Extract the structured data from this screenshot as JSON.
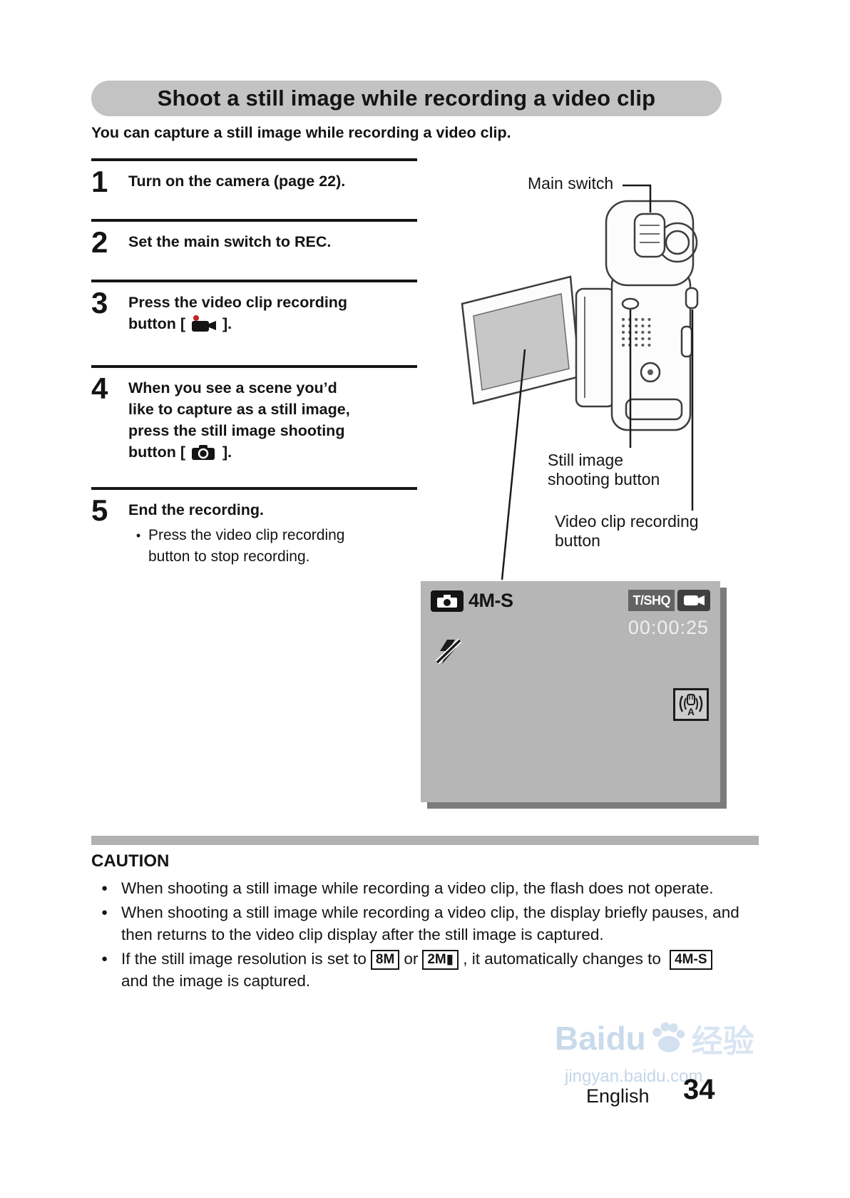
{
  "page": {
    "title": "Shoot a still image while recording a video clip",
    "intro": "You can capture a still image while recording a video clip."
  },
  "steps": [
    {
      "num": "1",
      "lines": [
        "Turn on the camera (page 22)."
      ]
    },
    {
      "num": "2",
      "lines": [
        "Set the main switch to REC."
      ]
    },
    {
      "num": "3",
      "lines": [
        "Press the video clip recording"
      ],
      "line_pre": "button [",
      "line_post": "]."
    },
    {
      "num": "4",
      "lines": [
        "When you see a scene you’d",
        "like to capture as a still image,",
        "press the still image shooting"
      ],
      "line_pre": "button [",
      "line_post": "]."
    },
    {
      "num": "5",
      "lines": [
        "End the recording."
      ],
      "sub_bullet": "•",
      "sub_lines": [
        "Press the video clip recording",
        "button to stop recording."
      ]
    }
  ],
  "figure": {
    "labels": {
      "main_switch": "Main switch",
      "still_image_button": "Still image shooting button",
      "video_clip_button": "Video clip recording button"
    }
  },
  "lcd": {
    "resolution": "4M-S",
    "mode": "T/SHQ",
    "rec_time": "00:00:25",
    "stabilizer_label": "A"
  },
  "caution": {
    "heading": "CAUTION",
    "bullet_glyph": "●",
    "b1": "When shooting a still image while recording a video clip, the flash does not operate.",
    "b2": "When shooting a still image while recording a video clip, the display briefly pauses, and then returns to the video clip display after the still image is captured.",
    "b3": {
      "t1": "If the still image resolution is set to",
      "tag_8m": "8M",
      "t2": "or",
      "tag_2m": "2M▮",
      "t3": ", it automatically changes to",
      "tag_4ms": "4M-S",
      "t4": "and the image is captured."
    }
  },
  "footer": {
    "language": "English",
    "page_number": "34"
  },
  "watermark": {
    "brand": "Baidu",
    "brand_cn": "经验",
    "url": "jingyan.baidu.com"
  }
}
